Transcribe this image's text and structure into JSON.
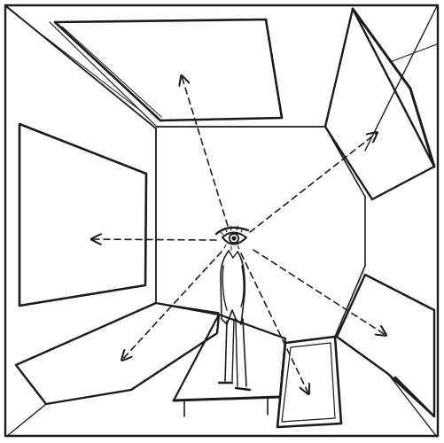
{
  "illustration": {
    "subject": "perspective-room-drawing",
    "colors": {
      "ink": "#1b1b1b",
      "paper": "#ffffff"
    },
    "elements": {
      "ceiling_panel": "ceiling-panel",
      "left_wall_panel": "left-wall-panel",
      "right_wall_panels": [
        "right-upper-wall-panel",
        "right-lower-wall-panel"
      ],
      "floor_panels": [
        "floor-left-panel",
        "floor-right-panel"
      ],
      "table": "table",
      "figure": "standing-figure",
      "eye": "giant-eye-icon",
      "sight_lines": [
        "sight-arrow-up",
        "sight-arrow-upper-right",
        "sight-arrow-left",
        "sight-arrow-lower-left",
        "sight-arrow-down",
        "sight-arrow-lower-right"
      ]
    }
  }
}
